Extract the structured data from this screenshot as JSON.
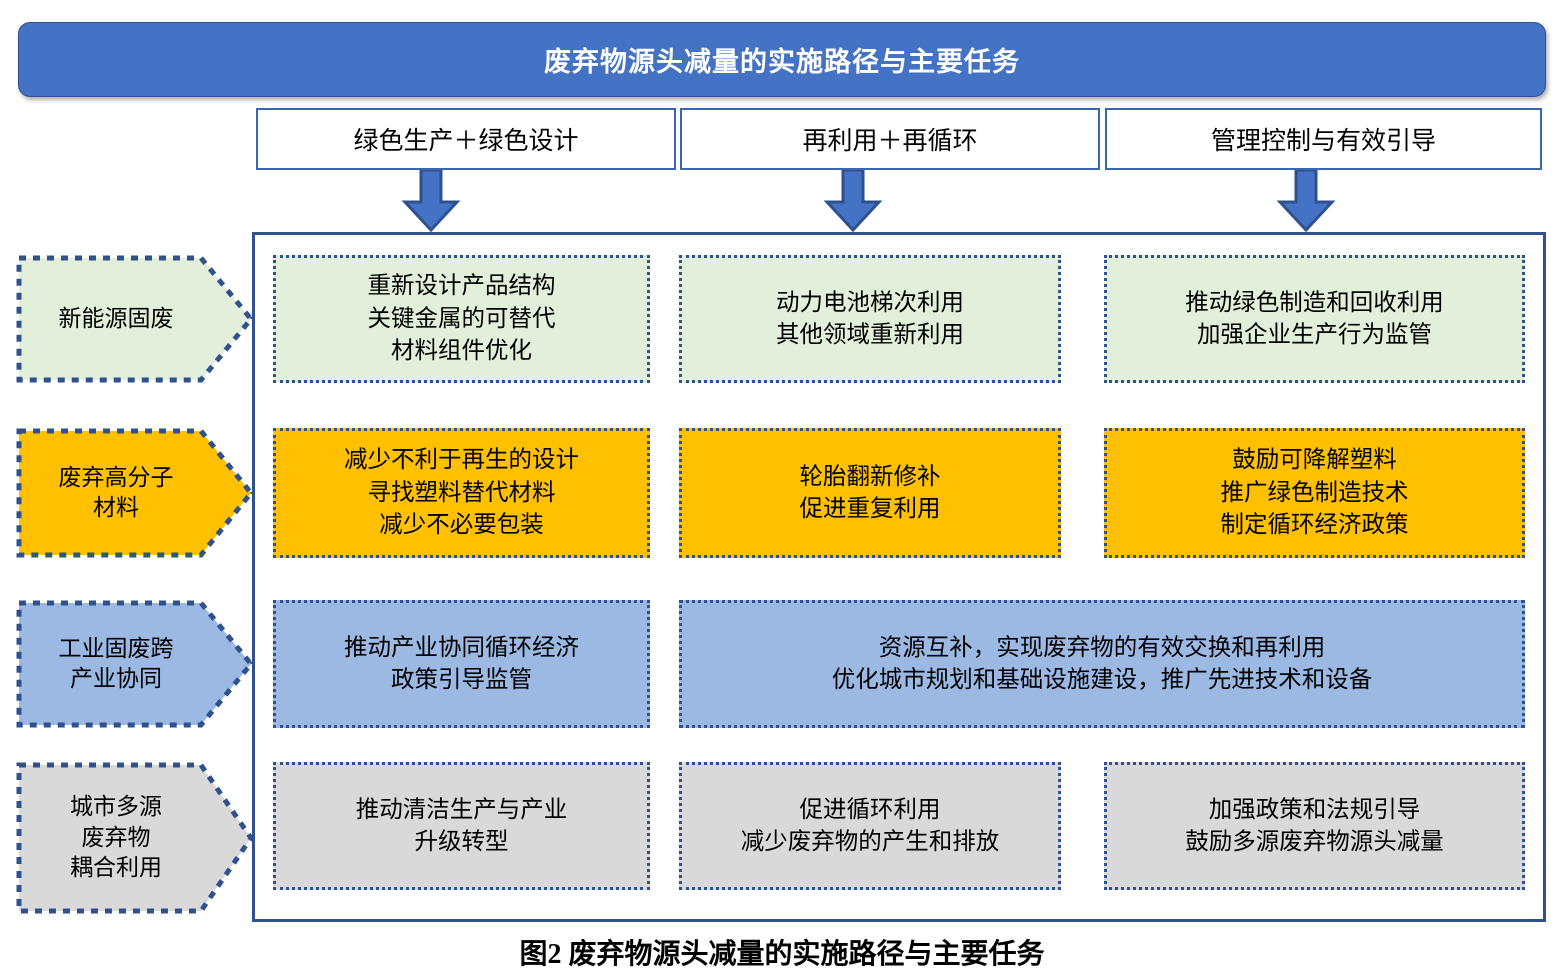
{
  "title": {
    "text": "废弃物源头减量的实施路径与主要任务"
  },
  "pathways": [
    {
      "label": "绿色生产＋绿色设计"
    },
    {
      "label": "再利用＋再循环"
    },
    {
      "label": "管理控制与有效引导"
    }
  ],
  "categories": [
    {
      "label": "新能源固废",
      "color": "#E2EFDA"
    },
    {
      "label": "废弃高分子\n材料",
      "color": "#FFC000"
    },
    {
      "label": "工业固废跨\n产业协同",
      "color": "#9CB9E3"
    },
    {
      "label": "城市多源\n废弃物\n耦合利用",
      "color": "#D9D9D9"
    }
  ],
  "rows": [
    {
      "category": "新能源固废",
      "fill": "#E2EFDA",
      "cells": [
        {
          "text": "重新设计产品结构\n关键金属的可替代\n材料组件优化"
        },
        {
          "text": "动力电池梯次利用\n其他领域重新利用"
        },
        {
          "text": "推动绿色制造和回收利用\n加强企业生产行为监管"
        }
      ]
    },
    {
      "category": "废弃高分子材料",
      "fill": "#FFC000",
      "cells": [
        {
          "text": "减少不利于再生的设计\n寻找塑料替代材料\n减少不必要包装"
        },
        {
          "text": "轮胎翻新修补\n促进重复利用"
        },
        {
          "text": "鼓励可降解塑料\n推广绿色制造技术\n制定循环经济政策"
        }
      ]
    },
    {
      "category": "工业固废跨产业协同",
      "fill": "#9CB9E3",
      "merged": true,
      "cells": [
        {
          "text": "推动产业协同循环经济\n政策引导监管"
        },
        {
          "text": "资源互补，实现废弃物的有效交换和再利用\n优化城市规划和基础设施建设，推广先进技术和设备"
        }
      ]
    },
    {
      "category": "城市多源废弃物耦合利用",
      "fill": "#D9D9D9",
      "cells": [
        {
          "text": "推动清洁生产与产业\n升级转型"
        },
        {
          "text": "促进循环利用\n减少废弃物的产生和排放"
        },
        {
          "text": "加强政策和法规引导\n鼓励多源废弃物源头减量"
        }
      ]
    }
  ],
  "caption": {
    "text": "图2  废弃物源头减量的实施路径与主要任务"
  },
  "colors": {
    "accent_blue": "#4472C4",
    "border_blue": "#2F528F",
    "green": "#E2EFDA",
    "orange": "#FFC000",
    "blue": "#9CB9E3",
    "gray": "#D9D9D9"
  }
}
